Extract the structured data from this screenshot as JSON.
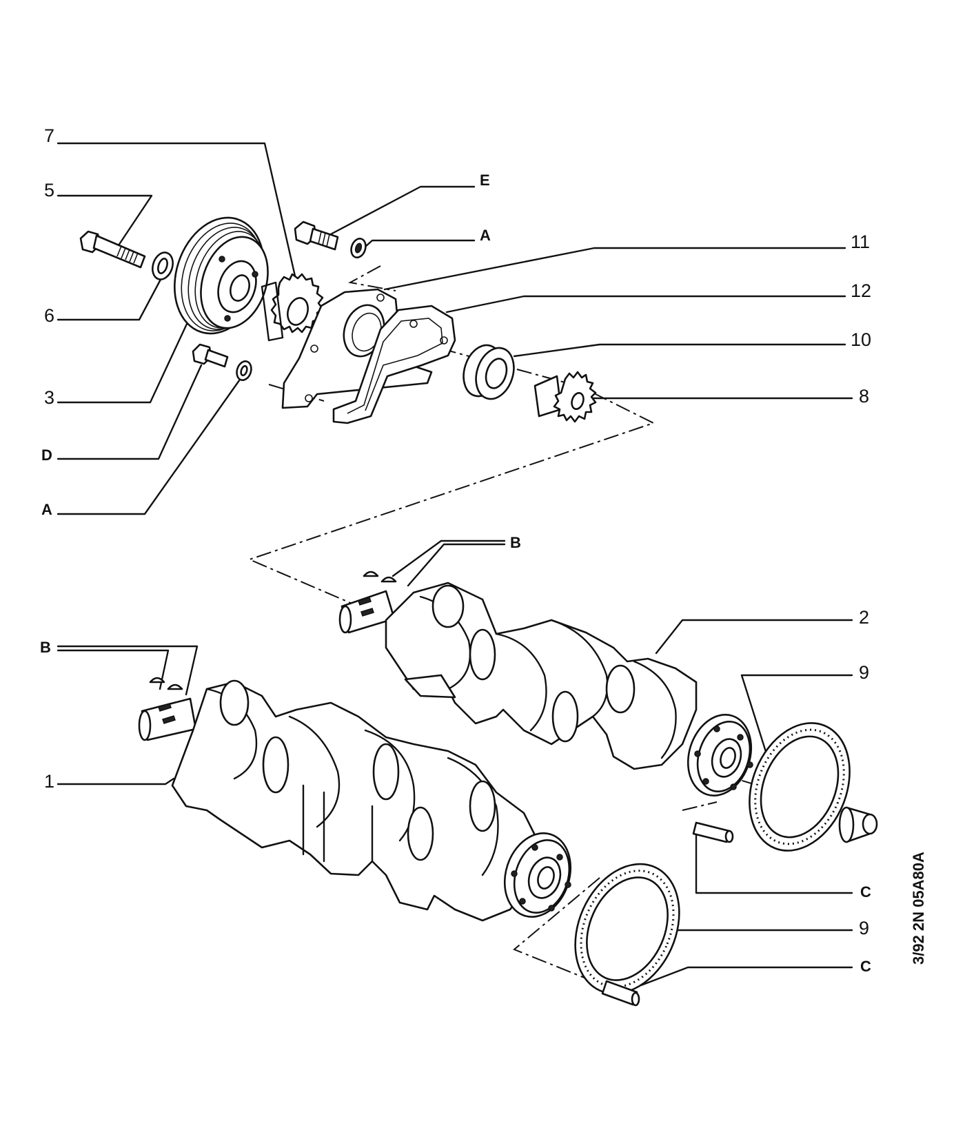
{
  "diagram": {
    "callouts": {
      "c1": "1",
      "c2": "2",
      "c3": "3",
      "c5": "5",
      "c6": "6",
      "c7": "7",
      "c8": "8",
      "c9a": "9",
      "c9b": "9",
      "c10": "10",
      "c11": "11",
      "c12": "12",
      "cA1": "A",
      "cA2": "A",
      "cB1": "B",
      "cB2": "B",
      "cC1": "C",
      "cC2": "C",
      "cD": "D",
      "cE": "E"
    },
    "reference_code": "3/92  2N  05A80A"
  }
}
